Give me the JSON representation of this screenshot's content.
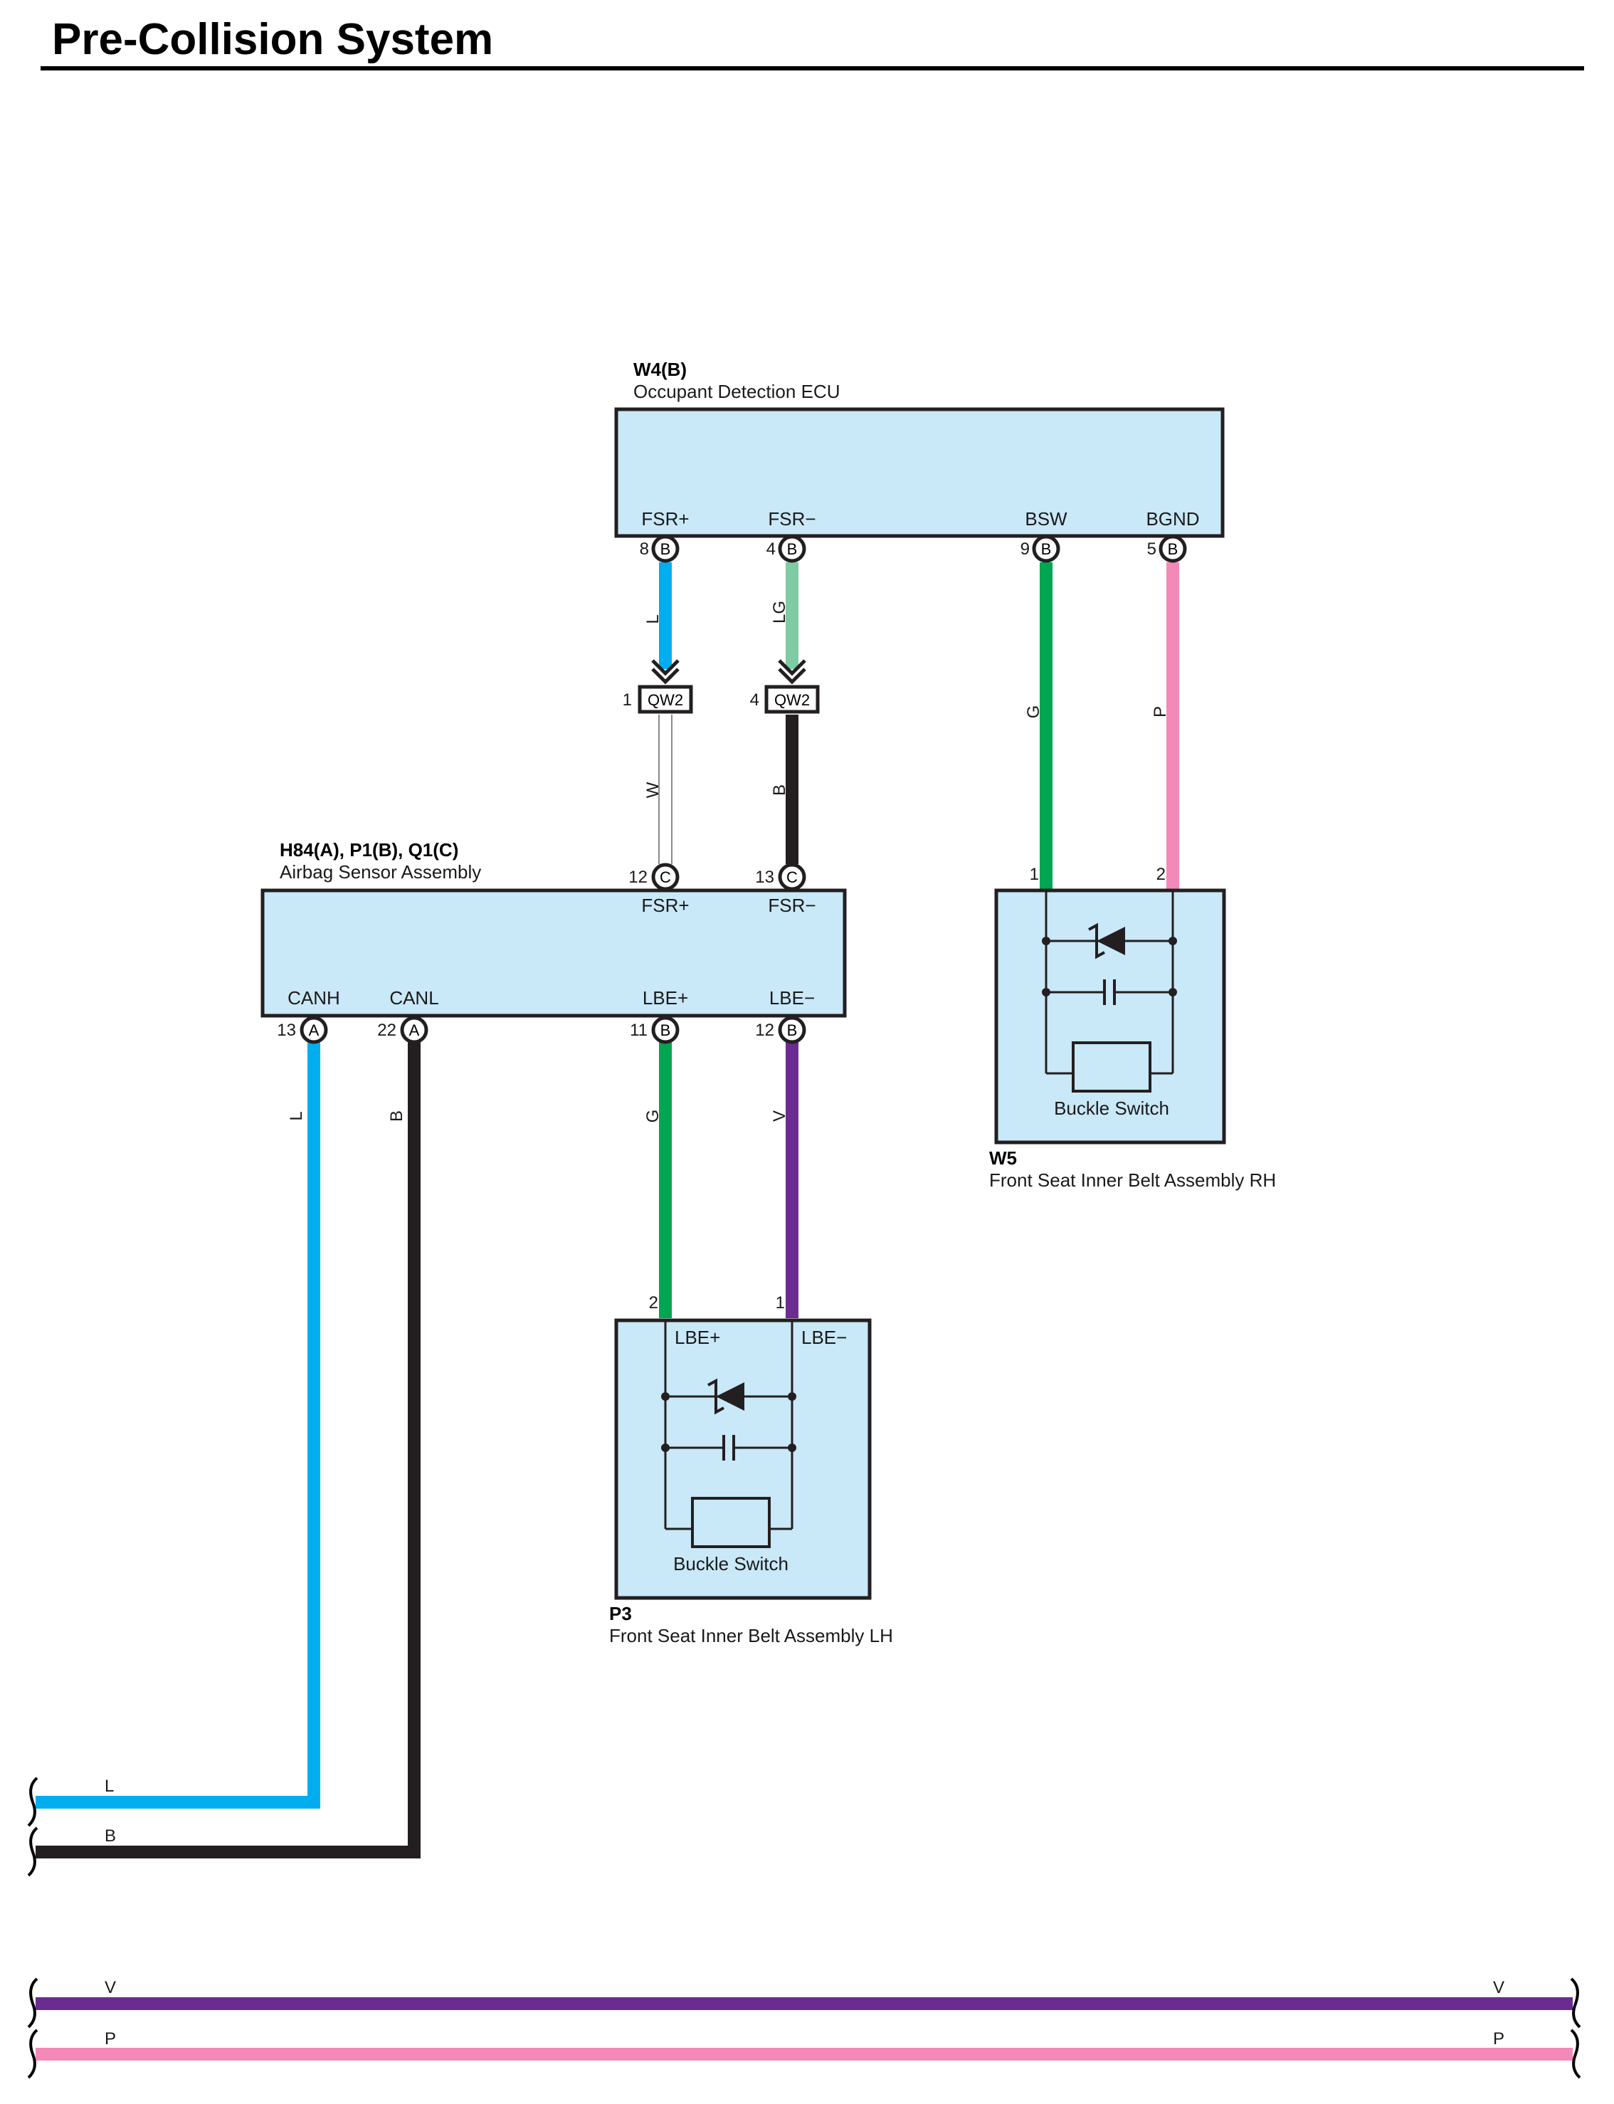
{
  "page_title": "Pre-Collision System",
  "colors": {
    "L": "#00aeef",
    "LG": "#7fcba4",
    "G": "#00a651",
    "P": "#f389b6",
    "B": "#231f20",
    "V": "#6a2c91",
    "W": "#ffffff",
    "component_fill": "#c9e8f8"
  },
  "components": {
    "ecu": {
      "code": "W4(B)",
      "name": "Occupant Detection ECU",
      "terminals": [
        {
          "name": "FSR+",
          "pin": "8",
          "conn": "B"
        },
        {
          "name": "FSR−",
          "pin": "4",
          "conn": "B"
        },
        {
          "name": "BSW",
          "pin": "9",
          "conn": "B"
        },
        {
          "name": "BGND",
          "pin": "5",
          "conn": "B"
        }
      ]
    },
    "airbag": {
      "code": "H84(A), P1(B), Q1(C)",
      "name": "Airbag Sensor Assembly",
      "top_terminals": [
        {
          "name": "FSR+",
          "pin": "12",
          "conn": "C"
        },
        {
          "name": "FSR−",
          "pin": "13",
          "conn": "C"
        }
      ],
      "bottom_terminals": [
        {
          "name": "CANH",
          "pin": "13",
          "conn": "A"
        },
        {
          "name": "CANL",
          "pin": "22",
          "conn": "A"
        },
        {
          "name": "LBE+",
          "pin": "11",
          "conn": "B"
        },
        {
          "name": "LBE−",
          "pin": "12",
          "conn": "B"
        }
      ]
    },
    "rh_belt": {
      "code": "W5",
      "name": "Front Seat Inner Belt Assembly RH",
      "switch_label": "Buckle Switch",
      "pins": [
        "1",
        "2"
      ]
    },
    "lh_belt": {
      "code": "P3",
      "name": "Front Seat Inner Belt Assembly LH",
      "switch_label": "Buckle Switch",
      "pins": [
        "2",
        "1"
      ],
      "terminals": [
        "LBE+",
        "LBE−"
      ]
    }
  },
  "junction": {
    "name": "QW2",
    "pins": [
      "1",
      "4"
    ]
  },
  "wires": {
    "fsr_plus_upper": "L",
    "fsr_minus_upper": "LG",
    "fsr_plus_lower": "W",
    "fsr_minus_lower": "B",
    "bsw": "G",
    "bgnd": "P",
    "canh": "L",
    "canl": "B",
    "lbe_plus": "G",
    "lbe_minus": "V",
    "bus_canh": "L",
    "bus_canl": "B",
    "bus_v_left": "V",
    "bus_v_right": "V",
    "bus_p_left": "P",
    "bus_p_right": "P"
  }
}
